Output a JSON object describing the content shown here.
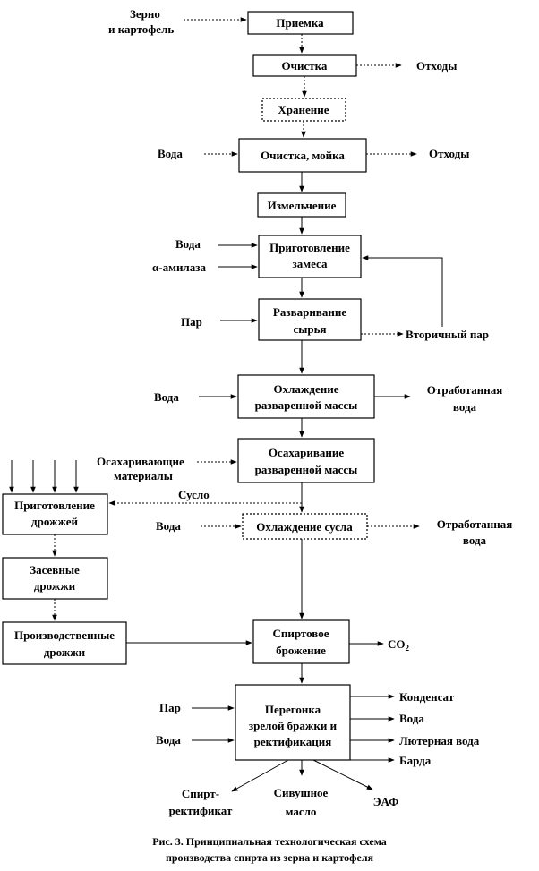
{
  "inputs": {
    "grain_l1": "Зерно",
    "grain_l2": "и картофель",
    "voda_wash": "Вода",
    "voda_mix": "Вода",
    "amylase": "α-амилаза",
    "par_boil": "Пар",
    "voda_cool": "Вода",
    "sach_mat_l1": "Осахаривающие",
    "sach_mat_l2": "материалы",
    "voda_cool2": "Вода",
    "par_dist": "Пар",
    "voda_dist": "Вода"
  },
  "steps": {
    "priemka": "Приемка",
    "ochistka": "Очистка",
    "hranenie": "Хранение",
    "moika": "Очистка, мойка",
    "izmelch": "Измельчение",
    "zames_l1": "Приготовление",
    "zames_l2": "замеса",
    "razvar_l1": "Разваривание",
    "razvar_l2": "сырья",
    "ohl_l1": "Охлаждение",
    "ohl_l2": "разваренной массы",
    "osah_l1": "Осахаривание",
    "osah_l2": "разваренной массы",
    "ohl_susla": "Охлаждение сусла",
    "drozh_l1": "Приготовление",
    "drozh_l2": "дрожжей",
    "zasev_l1": "Засевные",
    "zasev_l2": "дрожжи",
    "proizv_l1": "Производственные",
    "proizv_l2": "дрожжи",
    "brozh_l1": "Спиртовое",
    "brozh_l2": "брожение",
    "pereg_l1": "Перегонка",
    "pereg_l2": "зрелой бражки и",
    "pereg_l3": "ректификация"
  },
  "outputs": {
    "othody1": "Отходы",
    "othody2": "Отходы",
    "vtor_par": "Вторичный пар",
    "otr_voda1_l1": "Отработанная",
    "otr_voda1_l2": "вода",
    "suslo": "Сусло",
    "otr_voda2_l1": "Отработанная",
    "otr_voda2_l2": "вода",
    "co2_main": "CO",
    "co2_sub": "2",
    "kondensat": "Конденсат",
    "voda_out": "Вода",
    "luter": "Лютерная вода",
    "barda": "Барда",
    "spirt_l1": "Спирт-",
    "spirt_l2": "ректификат",
    "sivush_l1": "Сивушное",
    "sivush_l2": "масло",
    "eaf": "ЭАФ"
  },
  "caption": {
    "line1": "Рис. 3. Принципиальная технологическая схема",
    "line2": "производства спирта из зерна и картофеля"
  }
}
